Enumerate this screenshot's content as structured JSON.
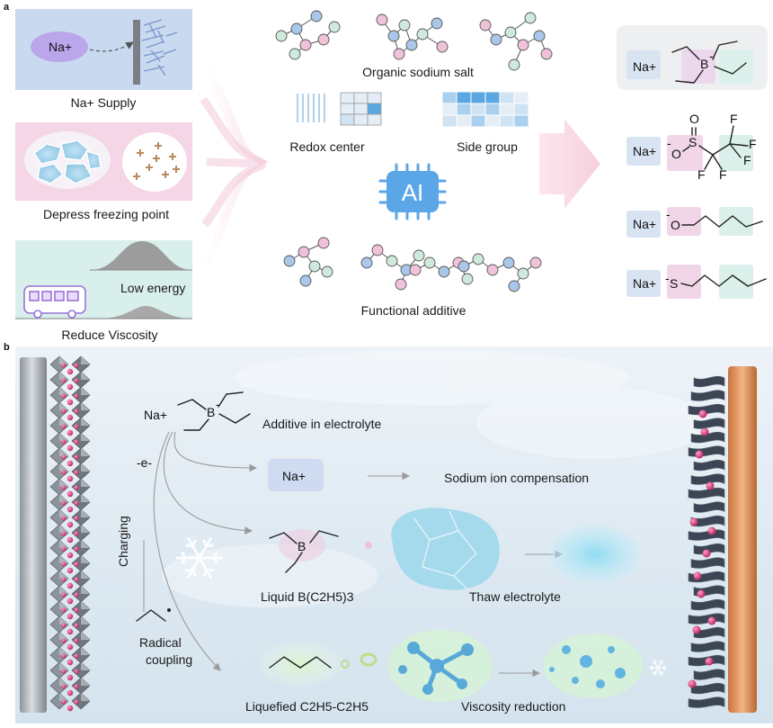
{
  "panel_a": {
    "label": "a",
    "left": {
      "na_supply": {
        "ion": "Na+",
        "caption": "Na+ Supply"
      },
      "freezing": {
        "caption": "Depress freezing point"
      },
      "viscosity": {
        "inner_label": "Low energy",
        "caption": "Reduce Viscosity"
      }
    },
    "middle": {
      "salt_label": "Organic sodium salt",
      "redox_label": "Redox center",
      "side_label": "Side group",
      "ai_label": "AI",
      "additive_label": "Functional additive"
    },
    "right": {
      "na": "Na+",
      "charge_minus": "-",
      "sulfinate_o_double": "O",
      "sulfinate_s": "S",
      "sulfinate_o_minus": "O",
      "fluorine": "F",
      "boron": "B",
      "alkoxide_o": "O",
      "thiolate_s": "S"
    }
  },
  "panel_b": {
    "label": "b",
    "na_plus": "Na+",
    "boron": "B",
    "boron_charge": "-",
    "additive_label": "Additive in electrolyte",
    "electron_label": "-e-",
    "charging_label": "Charging",
    "na_box_label": "Na+",
    "compensation_label": "Sodium ion compensation",
    "liquid_b_label": "Liquid B(C2H5)3",
    "thaw_label": "Thaw electrolyte",
    "radical_label_1": "Radical",
    "radical_label_2": "coupling",
    "liquefied_label": "Liquefied C2H5-C2H5",
    "viscosity_label": "Viscosity reduction"
  },
  "colors": {
    "blue_node": "#a9c7e8",
    "pink_node": "#efc2d9",
    "green_node": "#cfe9dc",
    "ai_blue": "#5aa6e6",
    "panel_b_bg": "#e3edf4",
    "electrode_copper": "#e29b62"
  }
}
